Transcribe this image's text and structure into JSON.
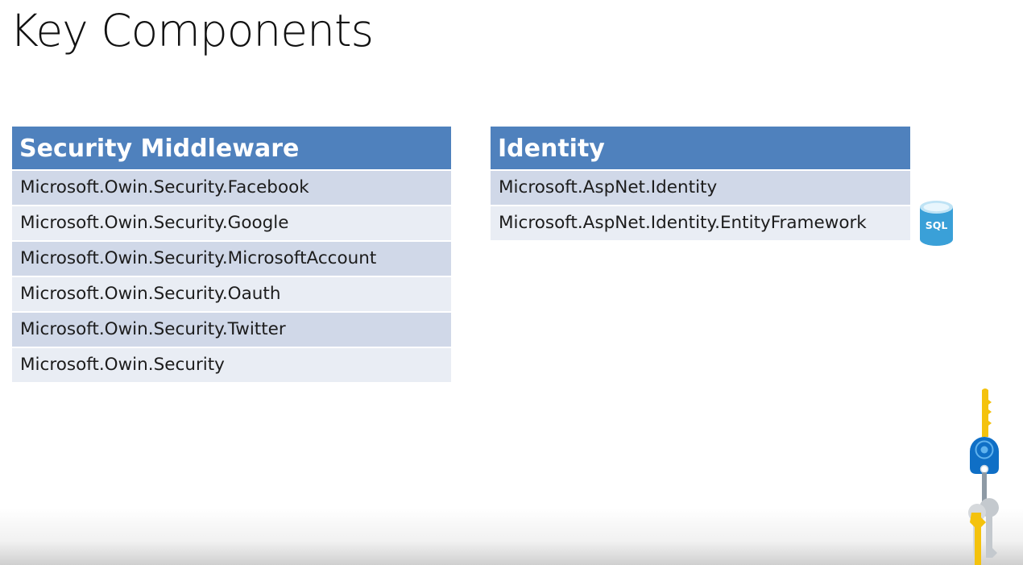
{
  "slide": {
    "title": "Key Components"
  },
  "security_middleware": {
    "header": "Security Middleware",
    "rows": [
      "Microsoft.Owin.Security.Facebook",
      "Microsoft.Owin.Security.Google",
      "Microsoft.Owin.Security.MicrosoftAccount",
      "Microsoft.Owin.Security.Oauth",
      "Microsoft.Owin.Security.Twitter",
      "Microsoft.Owin.Security"
    ]
  },
  "identity": {
    "header": "Identity",
    "rows": [
      "Microsoft.AspNet.Identity",
      "Microsoft.AspNet.Identity.EntityFramework"
    ]
  },
  "icons": {
    "database": "sql-database-icon",
    "database_label": "SQL",
    "keys": "key-vault-keys-icon"
  },
  "colors": {
    "header_blue": "#4f81bd",
    "row_dark": "#d0d8e8",
    "row_light": "#e9edf4",
    "sql_blue": "#3aa0d8",
    "key_yellow": "#f4c20d",
    "key_blue": "#0f6fc6"
  }
}
